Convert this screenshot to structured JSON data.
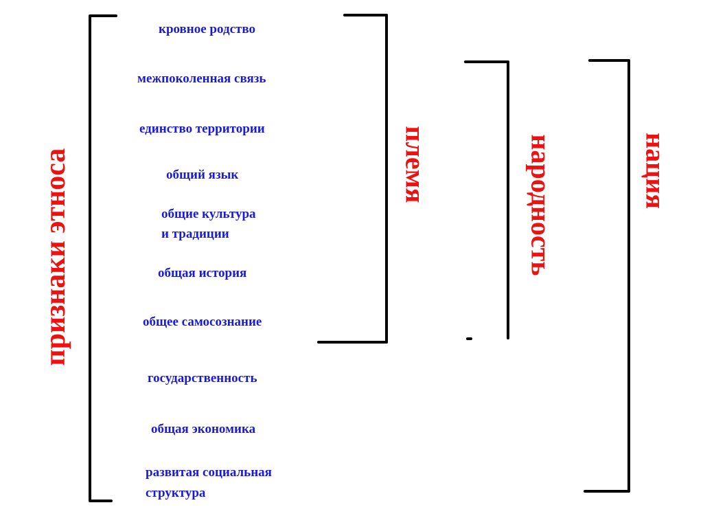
{
  "colors": {
    "trait_text": "#1a1adc",
    "category_label": "#ee1111",
    "bracket": "#000000",
    "background": "#ffffff"
  },
  "main_label": "признаки этноса",
  "traits": [
    "кровное родство",
    "межпоколенная связь",
    "единство территории",
    "общий язык",
    "общие культура\nи традиции",
    "общая история",
    "общее самосознание",
    "государственность",
    "общая экономика",
    "развитая социальная\nструктура"
  ],
  "categories": [
    {
      "label": "племя",
      "covers_traits": "1-7"
    },
    {
      "label": "народность",
      "covers_traits": "1-7"
    },
    {
      "label": "нация",
      "covers_traits": "1-10"
    }
  ]
}
